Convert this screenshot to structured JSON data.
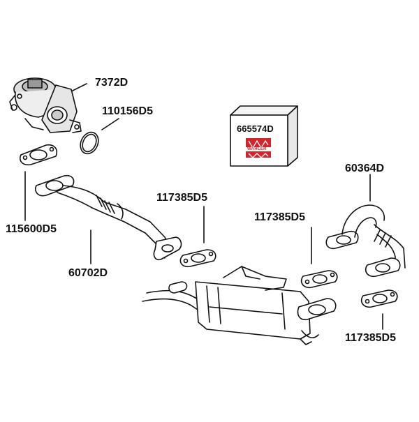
{
  "parts": {
    "egr_valve": {
      "code": "7372D"
    },
    "o_ring": {
      "code": "110156D5"
    },
    "flange_gasket_left": {
      "code": "115600D5"
    },
    "egr_pipe": {
      "code": "60702D"
    },
    "gasket_middle_left": {
      "code": "117385D5"
    },
    "gasket_middle_right": {
      "code": "117385D5"
    },
    "cooler_pipe_right": {
      "code": "60364D"
    },
    "gasket_bottom_right": {
      "code": "117385D5"
    }
  },
  "kit_box": {
    "code": "665574D",
    "brand": "WAHLER",
    "brand_color": "#d0262b"
  },
  "colors": {
    "line": "#111111",
    "shade": "#cfcfcf",
    "background": "#ffffff"
  }
}
